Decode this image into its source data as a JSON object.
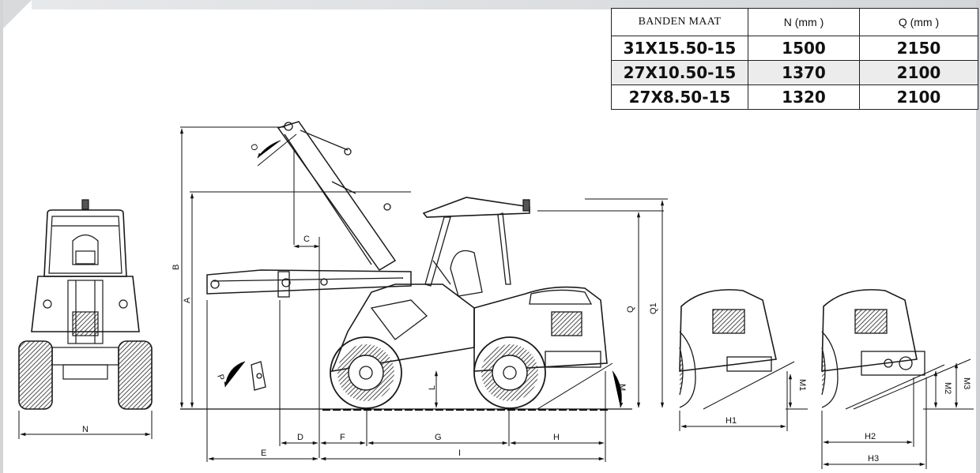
{
  "table": {
    "headers": [
      "BANDEN MAAT",
      "N (mm )",
      "Q (mm )"
    ],
    "rows": [
      [
        "31X15.50-15",
        "1500",
        "2150"
      ],
      [
        "27X10.50-15",
        "1370",
        "2100"
      ],
      [
        "27X8.50-15",
        "1320",
        "2100"
      ]
    ]
  },
  "dimensions": {
    "A": "A",
    "B": "B",
    "C": "C",
    "D": "D",
    "E": "E",
    "F": "F",
    "G": "G",
    "H": "H",
    "I": "I",
    "L": "L",
    "M": "M",
    "N": "N",
    "O": "O",
    "P": "P",
    "Q": "Q",
    "Q1": "Q1",
    "H1": "H1",
    "H2": "H2",
    "H3": "H3",
    "M1": "M1",
    "M2": "M2",
    "M3": "M3"
  }
}
